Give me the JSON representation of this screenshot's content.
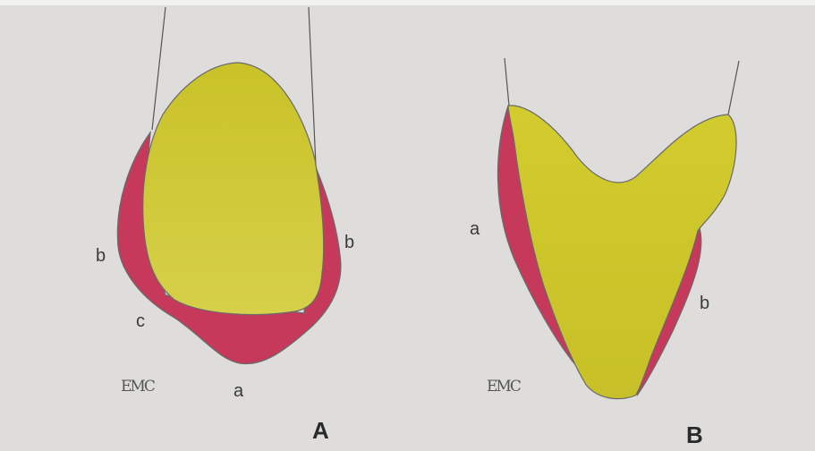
{
  "colors": {
    "paper": "#dedddb",
    "red": "#c7395a",
    "yellow": "#cfc829",
    "line": "#555555"
  },
  "figure_a": {
    "panel_label": "A",
    "label_b_left": "b",
    "label_b_right": "b",
    "label_c": "c",
    "label_a": "a",
    "logo": "EMC"
  },
  "figure_b": {
    "panel_label": "B",
    "label_a": "a",
    "label_b": "b",
    "logo": "EMC"
  }
}
